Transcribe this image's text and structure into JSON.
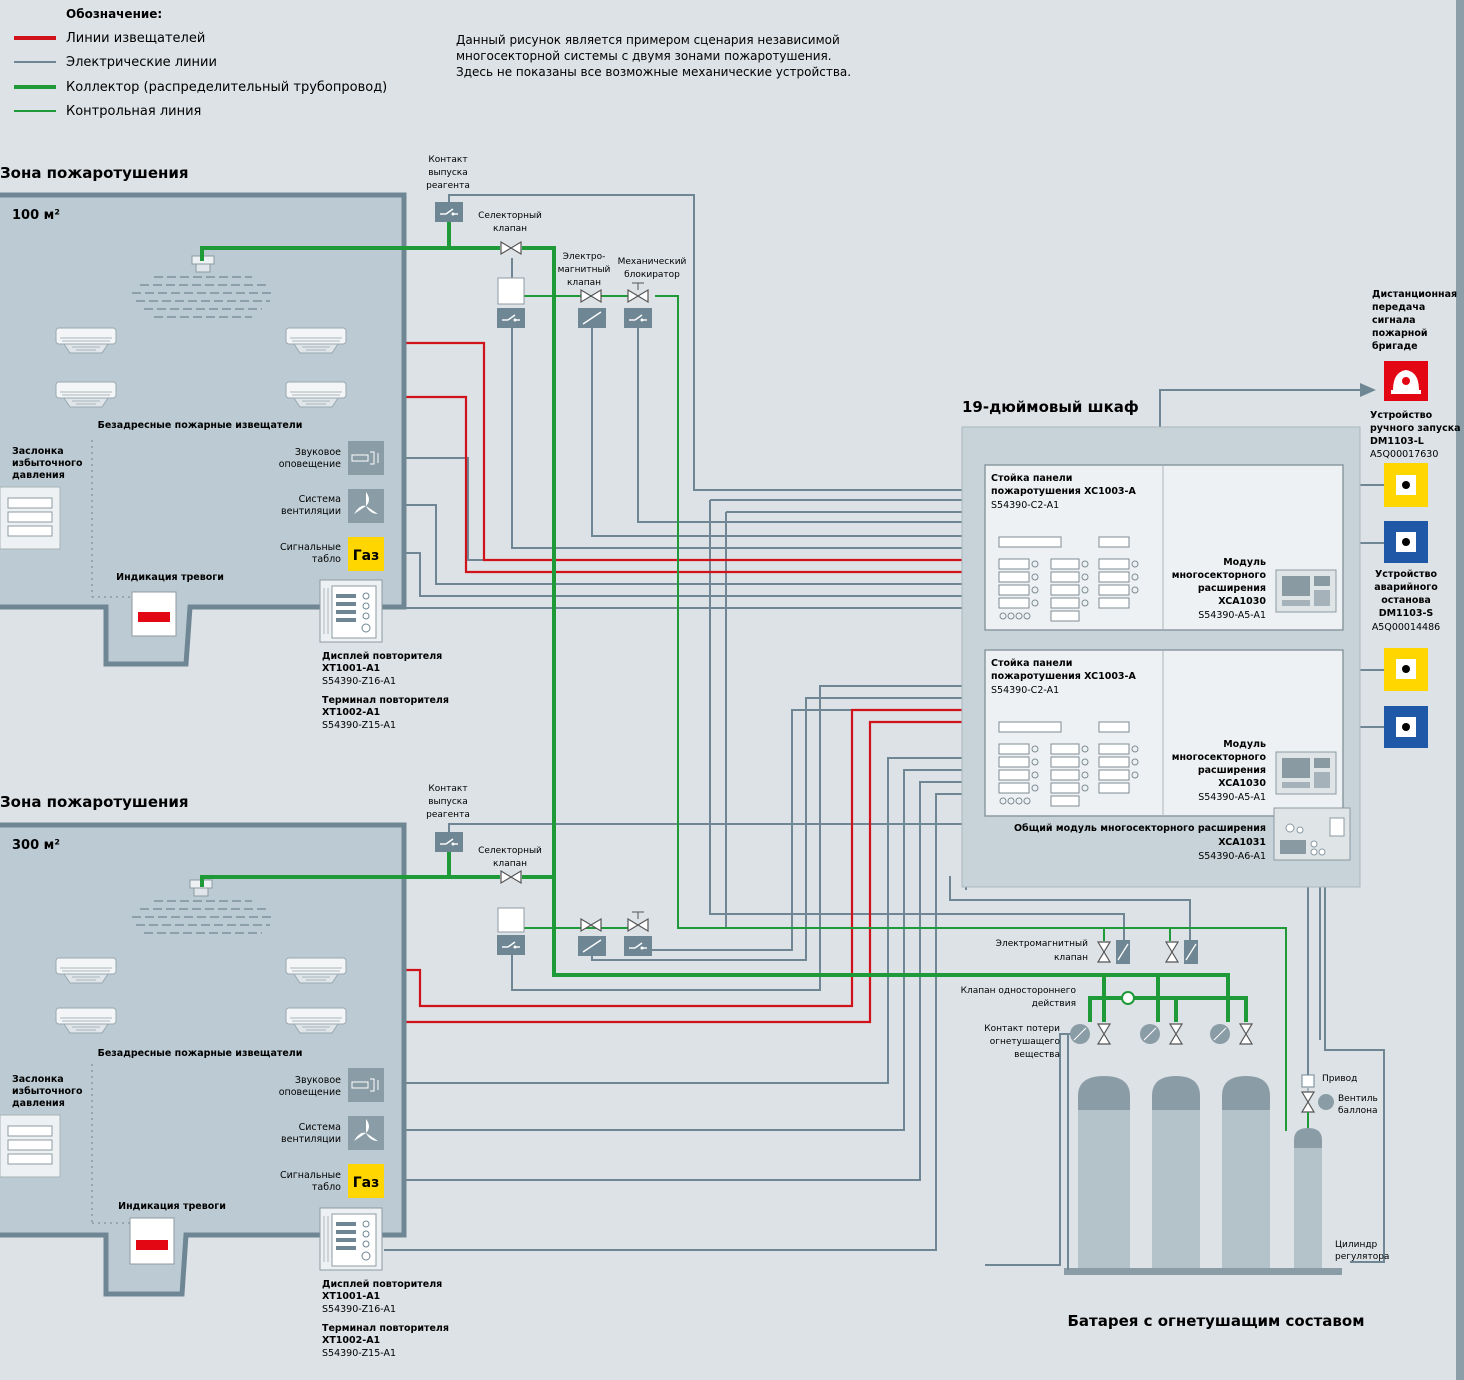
{
  "legend": {
    "title": "Обозначение:",
    "items": [
      {
        "label": "Линии извещателей",
        "color": "#d0121b"
      },
      {
        "label": "Электрические линии",
        "color": "#6f8794"
      },
      {
        "label": "Коллектор (распределительный трубопровод)",
        "color": "#1f9a38"
      },
      {
        "label": "Контрольная линия",
        "color": "#1f9a38"
      }
    ]
  },
  "intro": [
    "Данный рисунок является примером сценария независимой",
    "многосекторной системы с двумя зонами пожаротушения.",
    "Здесь не показаны все возможные механические устройства."
  ],
  "zones": [
    {
      "title": "Зона пожаротушения",
      "area": "100 м²",
      "detectors": "Безадресные пожарные извещатели",
      "damper": [
        "Заслонка",
        "избыточного",
        "давления"
      ],
      "alarm_indication": "Индикация тревоги",
      "sounder": [
        "Звуковое",
        "оповещение"
      ],
      "ventilation": [
        "Система",
        "вентиляции"
      ],
      "panel_sign": [
        "Сигнальные",
        "табло"
      ],
      "gas": "Газ",
      "release_contact": [
        "Контакт",
        "выпуска",
        "реагента"
      ],
      "selector_valve": [
        "Селекторный",
        "клапан"
      ],
      "solenoid_valve": [
        "Электро-",
        "магнитный",
        "клапан"
      ],
      "mech_lock": [
        "Механический",
        "блокиратор"
      ],
      "repeater_display": [
        "Дисплей повторителя",
        "XT1001-A1",
        "S54390-Z16-A1"
      ],
      "repeater_terminal": [
        "Терминал повторителя",
        "XT1002-A1",
        "S54390-Z15-A1"
      ]
    },
    {
      "title": "Зона пожаротушения",
      "area": "300 м²",
      "detectors": "Безадресные пожарные извещатели",
      "damper": [
        "Заслонка",
        "избыточного",
        "давления"
      ],
      "alarm_indication": "Индикация тревоги",
      "sounder": [
        "Звуковое",
        "оповещение"
      ],
      "ventilation": [
        "Система",
        "вентиляции"
      ],
      "panel_sign": [
        "Сигнальные",
        "табло"
      ],
      "gas": "Газ",
      "release_contact": [
        "Контакт",
        "выпуска",
        "реагента"
      ],
      "selector_valve": [
        "Селекторный",
        "клапан"
      ],
      "repeater_display": [
        "Дисплей повторителя",
        "XT1001-A1",
        "S54390-Z16-A1"
      ],
      "repeater_terminal": [
        "Терминал повторителя",
        "XT1002-A1",
        "S54390-Z15-A1"
      ]
    }
  ],
  "cabinet": {
    "title": "19-дюймовый шкаф",
    "racks": [
      {
        "name": [
          "Стойка панели",
          "пожаротушения XC1003-A"
        ],
        "code": "S54390-C2-A1",
        "module": [
          "Модуль",
          "многосекторного",
          "расширения",
          "XCA1030"
        ],
        "module_code": "S54390-A5-A1"
      },
      {
        "name": [
          "Стойка панели",
          "пожаротушения XC1003-A"
        ],
        "code": "S54390-C2-A1",
        "module": [
          "Модуль",
          "многосекторного",
          "расширения",
          "XCA1030"
        ],
        "module_code": "S54390-A5-A1"
      }
    ],
    "common_module": [
      "Общий модуль многосекторного расширения",
      "XCA1031",
      "S54390-A6-A1"
    ]
  },
  "remote": [
    "Дистанционная",
    "передача",
    "сигнала",
    "пожарной",
    "бригаде"
  ],
  "manual_start": [
    "Устройство",
    "ручного запуска",
    "DM1103-L",
    "A5Q00017630"
  ],
  "emergency_stop": [
    "Устройство",
    "аварийного",
    "останова",
    "DM1103-S",
    "A5Q00014486"
  ],
  "battery": {
    "title": "Батарея с огнетушащим составом",
    "solenoid": [
      "Электромагнитный",
      "клапан"
    ],
    "check_valve": [
      "Клапан одностороннего",
      "действия"
    ],
    "loss_contact": [
      "Контакт потери",
      "огнетушащего",
      "вещества"
    ],
    "actuator": "Привод",
    "cylinder_valve": [
      "Вентиль",
      "баллона"
    ],
    "regulator": [
      "Цилиндр",
      "регулятора"
    ]
  },
  "colors": {
    "detector_line": "#d0121b",
    "electric_line": "#6f8794",
    "pipe": "#1f9a38",
    "room_fill": "#bccbd3",
    "room_border": "#6f8794",
    "gas_sign": "#ffd600",
    "manual_start": "#ffd600",
    "emergency_stop": "#1f58a6",
    "alarm": "#e30613"
  }
}
